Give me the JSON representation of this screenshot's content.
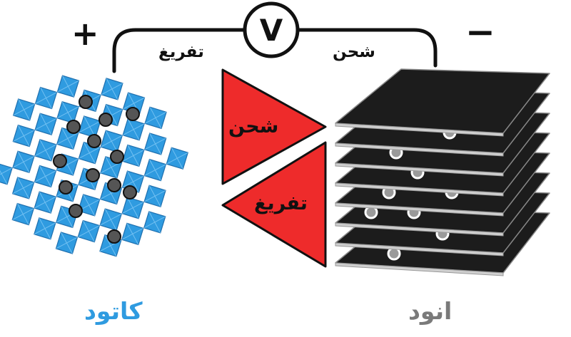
{
  "circuit": {
    "positive_sign": "+",
    "negative_sign": "−",
    "voltmeter_symbol": "V",
    "discharge_wire_label": "تفريغ",
    "charge_wire_label": "شحن"
  },
  "arrows": {
    "charge_label": "شحن",
    "discharge_label": "تفريغ"
  },
  "electrodes": {
    "cathode_label": "كاتود",
    "anode_label": "انود"
  },
  "colors": {
    "cathode_blue": "#2f9be0",
    "arrow_red": "#ee2b2b",
    "anode_gray": "#7a7a7a",
    "sheet_black": "#1c1c1c"
  }
}
